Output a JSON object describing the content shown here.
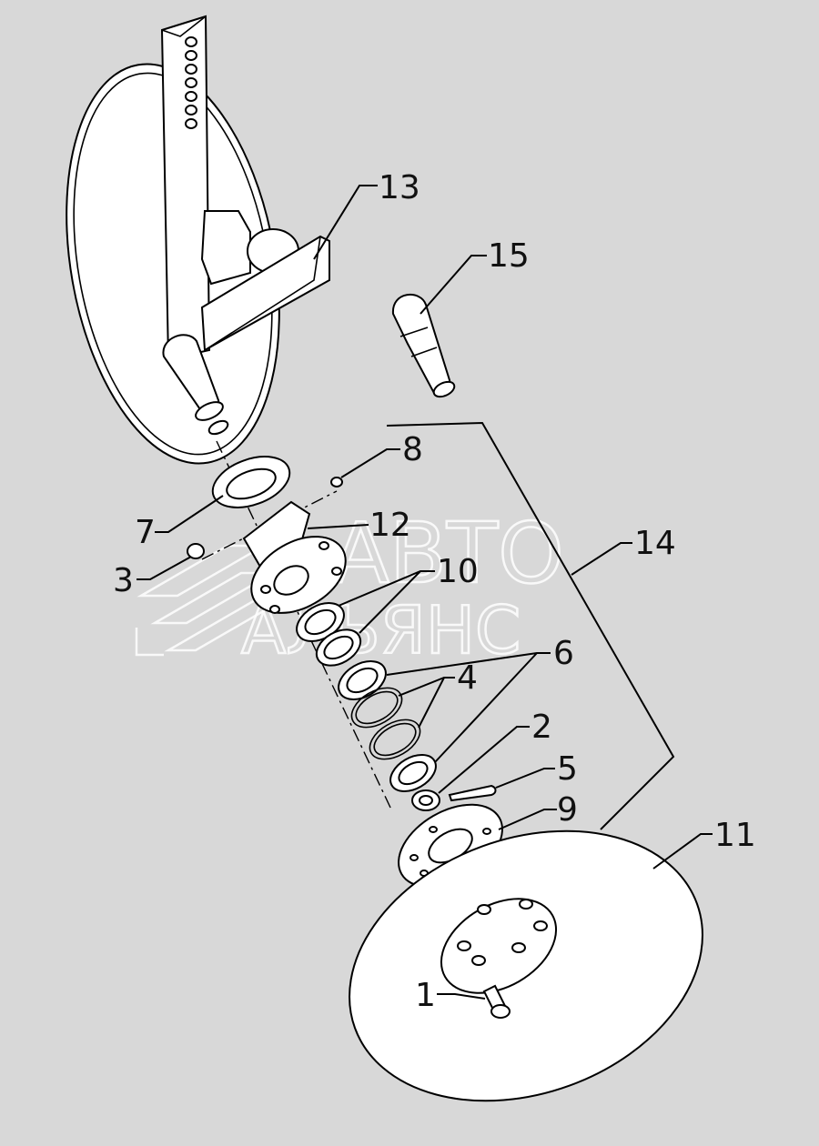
{
  "watermark": {
    "line1": "АВТО",
    "line2": "АЛЬЯНС"
  },
  "callouts": [
    {
      "id": "1",
      "text": "1"
    },
    {
      "id": "2",
      "text": "2"
    },
    {
      "id": "3",
      "text": "3"
    },
    {
      "id": "4",
      "text": "4"
    },
    {
      "id": "5",
      "text": "5"
    },
    {
      "id": "6",
      "text": "6"
    },
    {
      "id": "7",
      "text": "7"
    },
    {
      "id": "8",
      "text": "8"
    },
    {
      "id": "9",
      "text": "9"
    },
    {
      "id": "10",
      "text": "10"
    },
    {
      "id": "11",
      "text": "11"
    },
    {
      "id": "12",
      "text": "12"
    },
    {
      "id": "13",
      "text": "13"
    },
    {
      "id": "14",
      "text": "14"
    },
    {
      "id": "15",
      "text": "15"
    }
  ]
}
